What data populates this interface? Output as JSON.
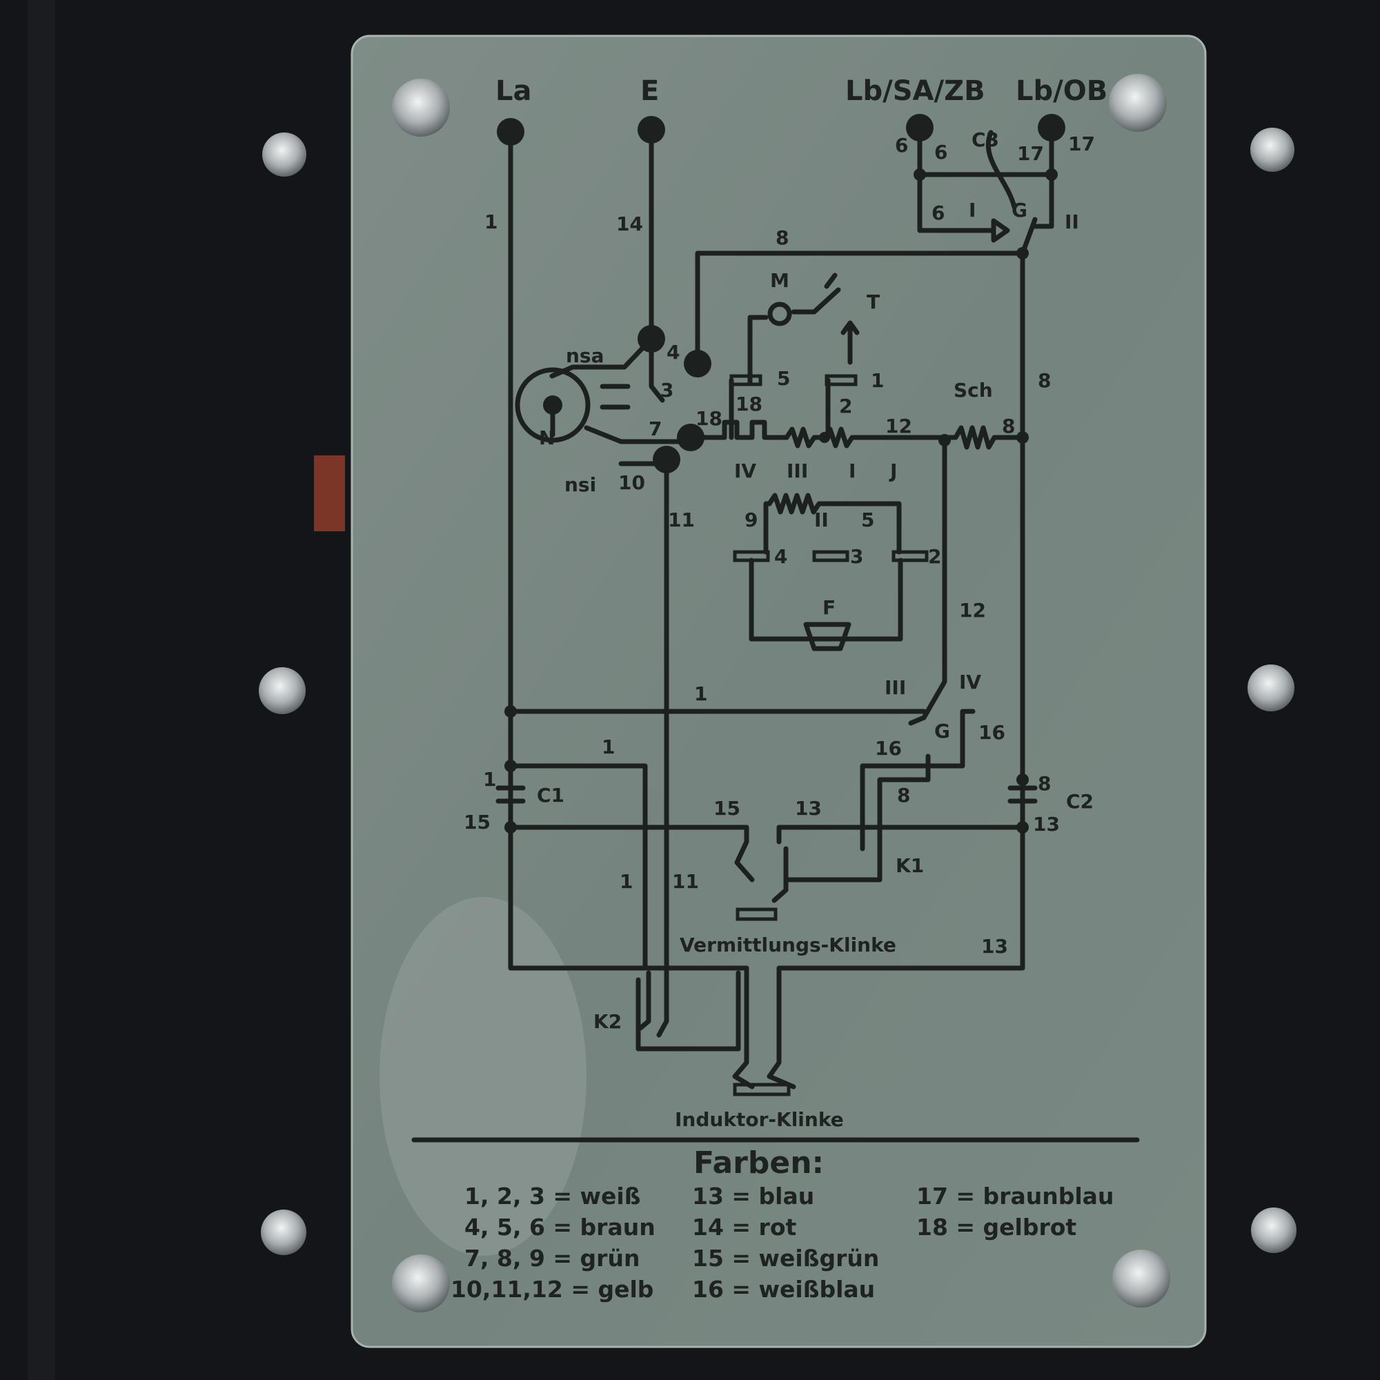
{
  "plate": {
    "terminals": {
      "la": "La",
      "e": "E",
      "lb_sa_zb": "Lb/SA/ZB",
      "lb_ob": "Lb/OB"
    },
    "labels": {
      "c3": "C3",
      "t6a": "6",
      "t6b": "6",
      "t17a": "17",
      "t17b": "17",
      "t6c": "6",
      "sw_i": "I",
      "sw_g": "G",
      "sw_ii": "II",
      "w1": "1",
      "w14": "14",
      "w8_top": "8",
      "m": "M",
      "t": "T",
      "nsa": "nsa",
      "n4": "4",
      "n3": "3",
      "n7": "7",
      "n": "N",
      "nsi": "nsi",
      "n10": "10",
      "n18a": "18",
      "n5": "5",
      "n18b": "18",
      "n1": "1",
      "n2": "2",
      "w12a": "12",
      "sch": "Sch",
      "n8a": "8",
      "w8_right": "8",
      "iv": "IV",
      "iii": "III",
      "i": "I",
      "j": "J",
      "ii": "II",
      "n9": "9",
      "n5b": "5",
      "c4": "4",
      "c3b": "3",
      "c2": "2",
      "f": "F",
      "w11": "11",
      "w12b": "12",
      "w1b": "1",
      "g_iii": "III",
      "g_iv": "IV",
      "g": "G",
      "w16a": "16",
      "w16b": "16",
      "w1c": "1",
      "w1d": "1",
      "c1": "C1",
      "w15a": "15",
      "w15b": "15",
      "w13a": "13",
      "w8b": "8",
      "w8c": "8",
      "c2cap": "C2",
      "w13b": "13",
      "k1": "K1",
      "w1e": "1",
      "w11b": "11",
      "vermittlung": "Vermittlungs-Klinke",
      "w13c": "13",
      "k2": "K2",
      "induktor": "Induktor-Klinke"
    },
    "legend": {
      "title": "Farben:",
      "entries": [
        "1, 2, 3 = weiß",
        "4, 5, 6 = braun",
        "7, 8, 9 = grün",
        "10,11,12 = gelb",
        "13 = blau",
        "14 = rot",
        "15 = weißgrün",
        "16 = weißblau",
        "17 = braunblau",
        "18 = gelbrot"
      ]
    }
  },
  "colors": {
    "background": "#141518",
    "plate": "#7e8b86",
    "ink": "#1c211f"
  }
}
